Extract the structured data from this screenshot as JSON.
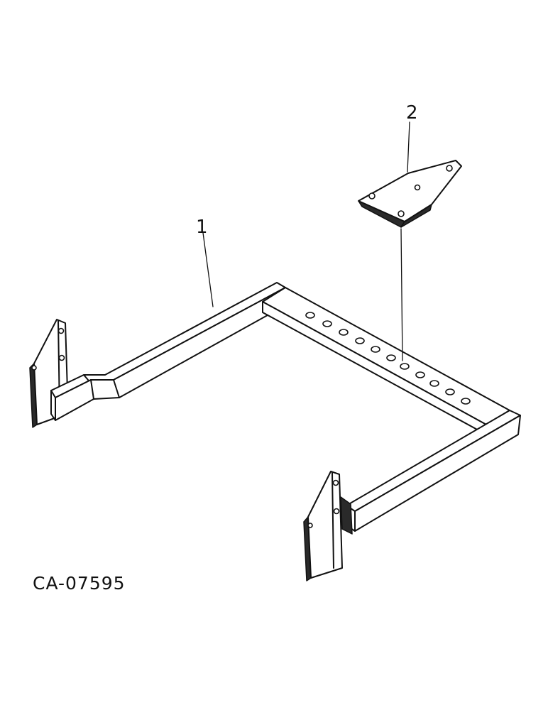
{
  "callouts": [
    {
      "id": "1",
      "label": "1"
    },
    {
      "id": "2",
      "label": "2"
    }
  ],
  "figure_code": "CA-07595",
  "colors": {
    "ink": "#111111",
    "paper": "#ffffff"
  }
}
